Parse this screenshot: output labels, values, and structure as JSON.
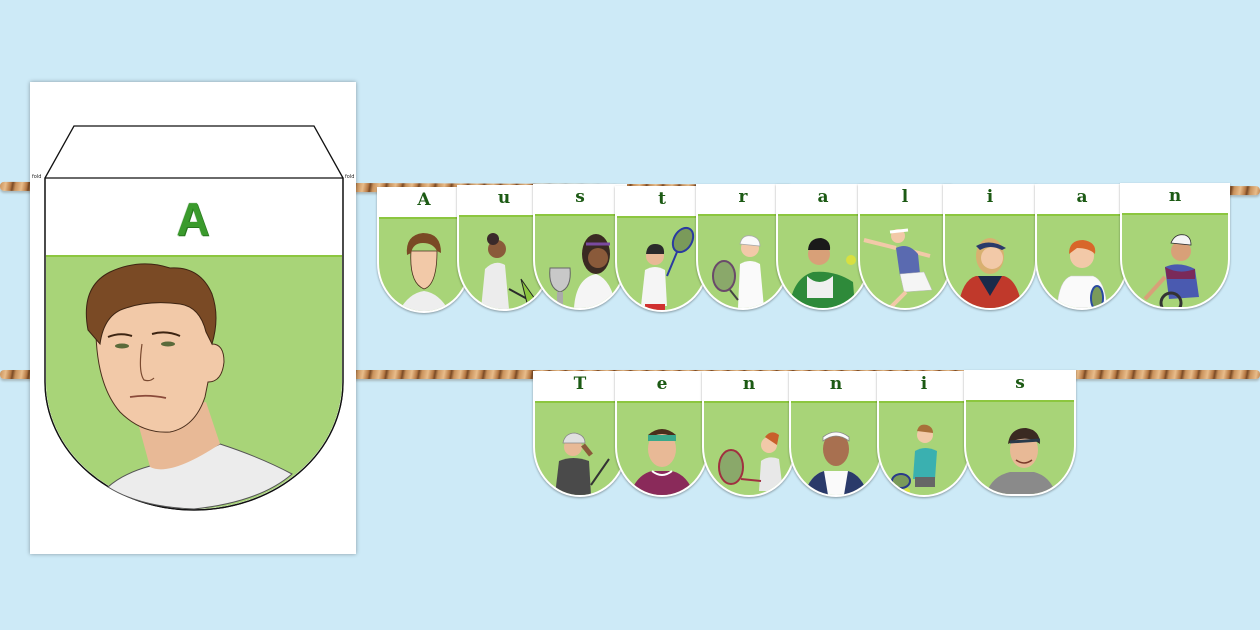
{
  "preview": {
    "letter": "A",
    "fold_label_left": "fold",
    "fold_label_right": "fold",
    "colors": {
      "banner_green": "#a8d478",
      "letter_green": "#3a9a2c"
    }
  },
  "bunting": {
    "row1": {
      "word": "Australian",
      "flags": [
        {
          "letter": "A",
          "player": "male-curly-hair"
        },
        {
          "letter": "u",
          "player": "female-headband-racket"
        },
        {
          "letter": "s",
          "player": "female-trophy"
        },
        {
          "letter": "t",
          "player": "child-racket"
        },
        {
          "letter": "r",
          "player": "female-cap-racket"
        },
        {
          "letter": "a",
          "player": "male-green-shirt"
        },
        {
          "letter": "l",
          "player": "female-visor-lunge"
        },
        {
          "letter": "i",
          "player": "female-visor-smiling"
        },
        {
          "letter": "a",
          "player": "boy-red-hair"
        },
        {
          "letter": "n",
          "player": "male-wheelchair-cap"
        }
      ]
    },
    "row2": {
      "word": "Tennis",
      "flags": [
        {
          "letter": "T",
          "player": "female-cap-grey-top"
        },
        {
          "letter": "e",
          "player": "male-green-headband"
        },
        {
          "letter": "n",
          "player": "girl-red-hair-racket"
        },
        {
          "letter": "n",
          "player": "female-white-headband"
        },
        {
          "letter": "i",
          "player": "girl-glasses-teal"
        },
        {
          "letter": "s",
          "player": "male-smiling-headband"
        }
      ]
    }
  }
}
